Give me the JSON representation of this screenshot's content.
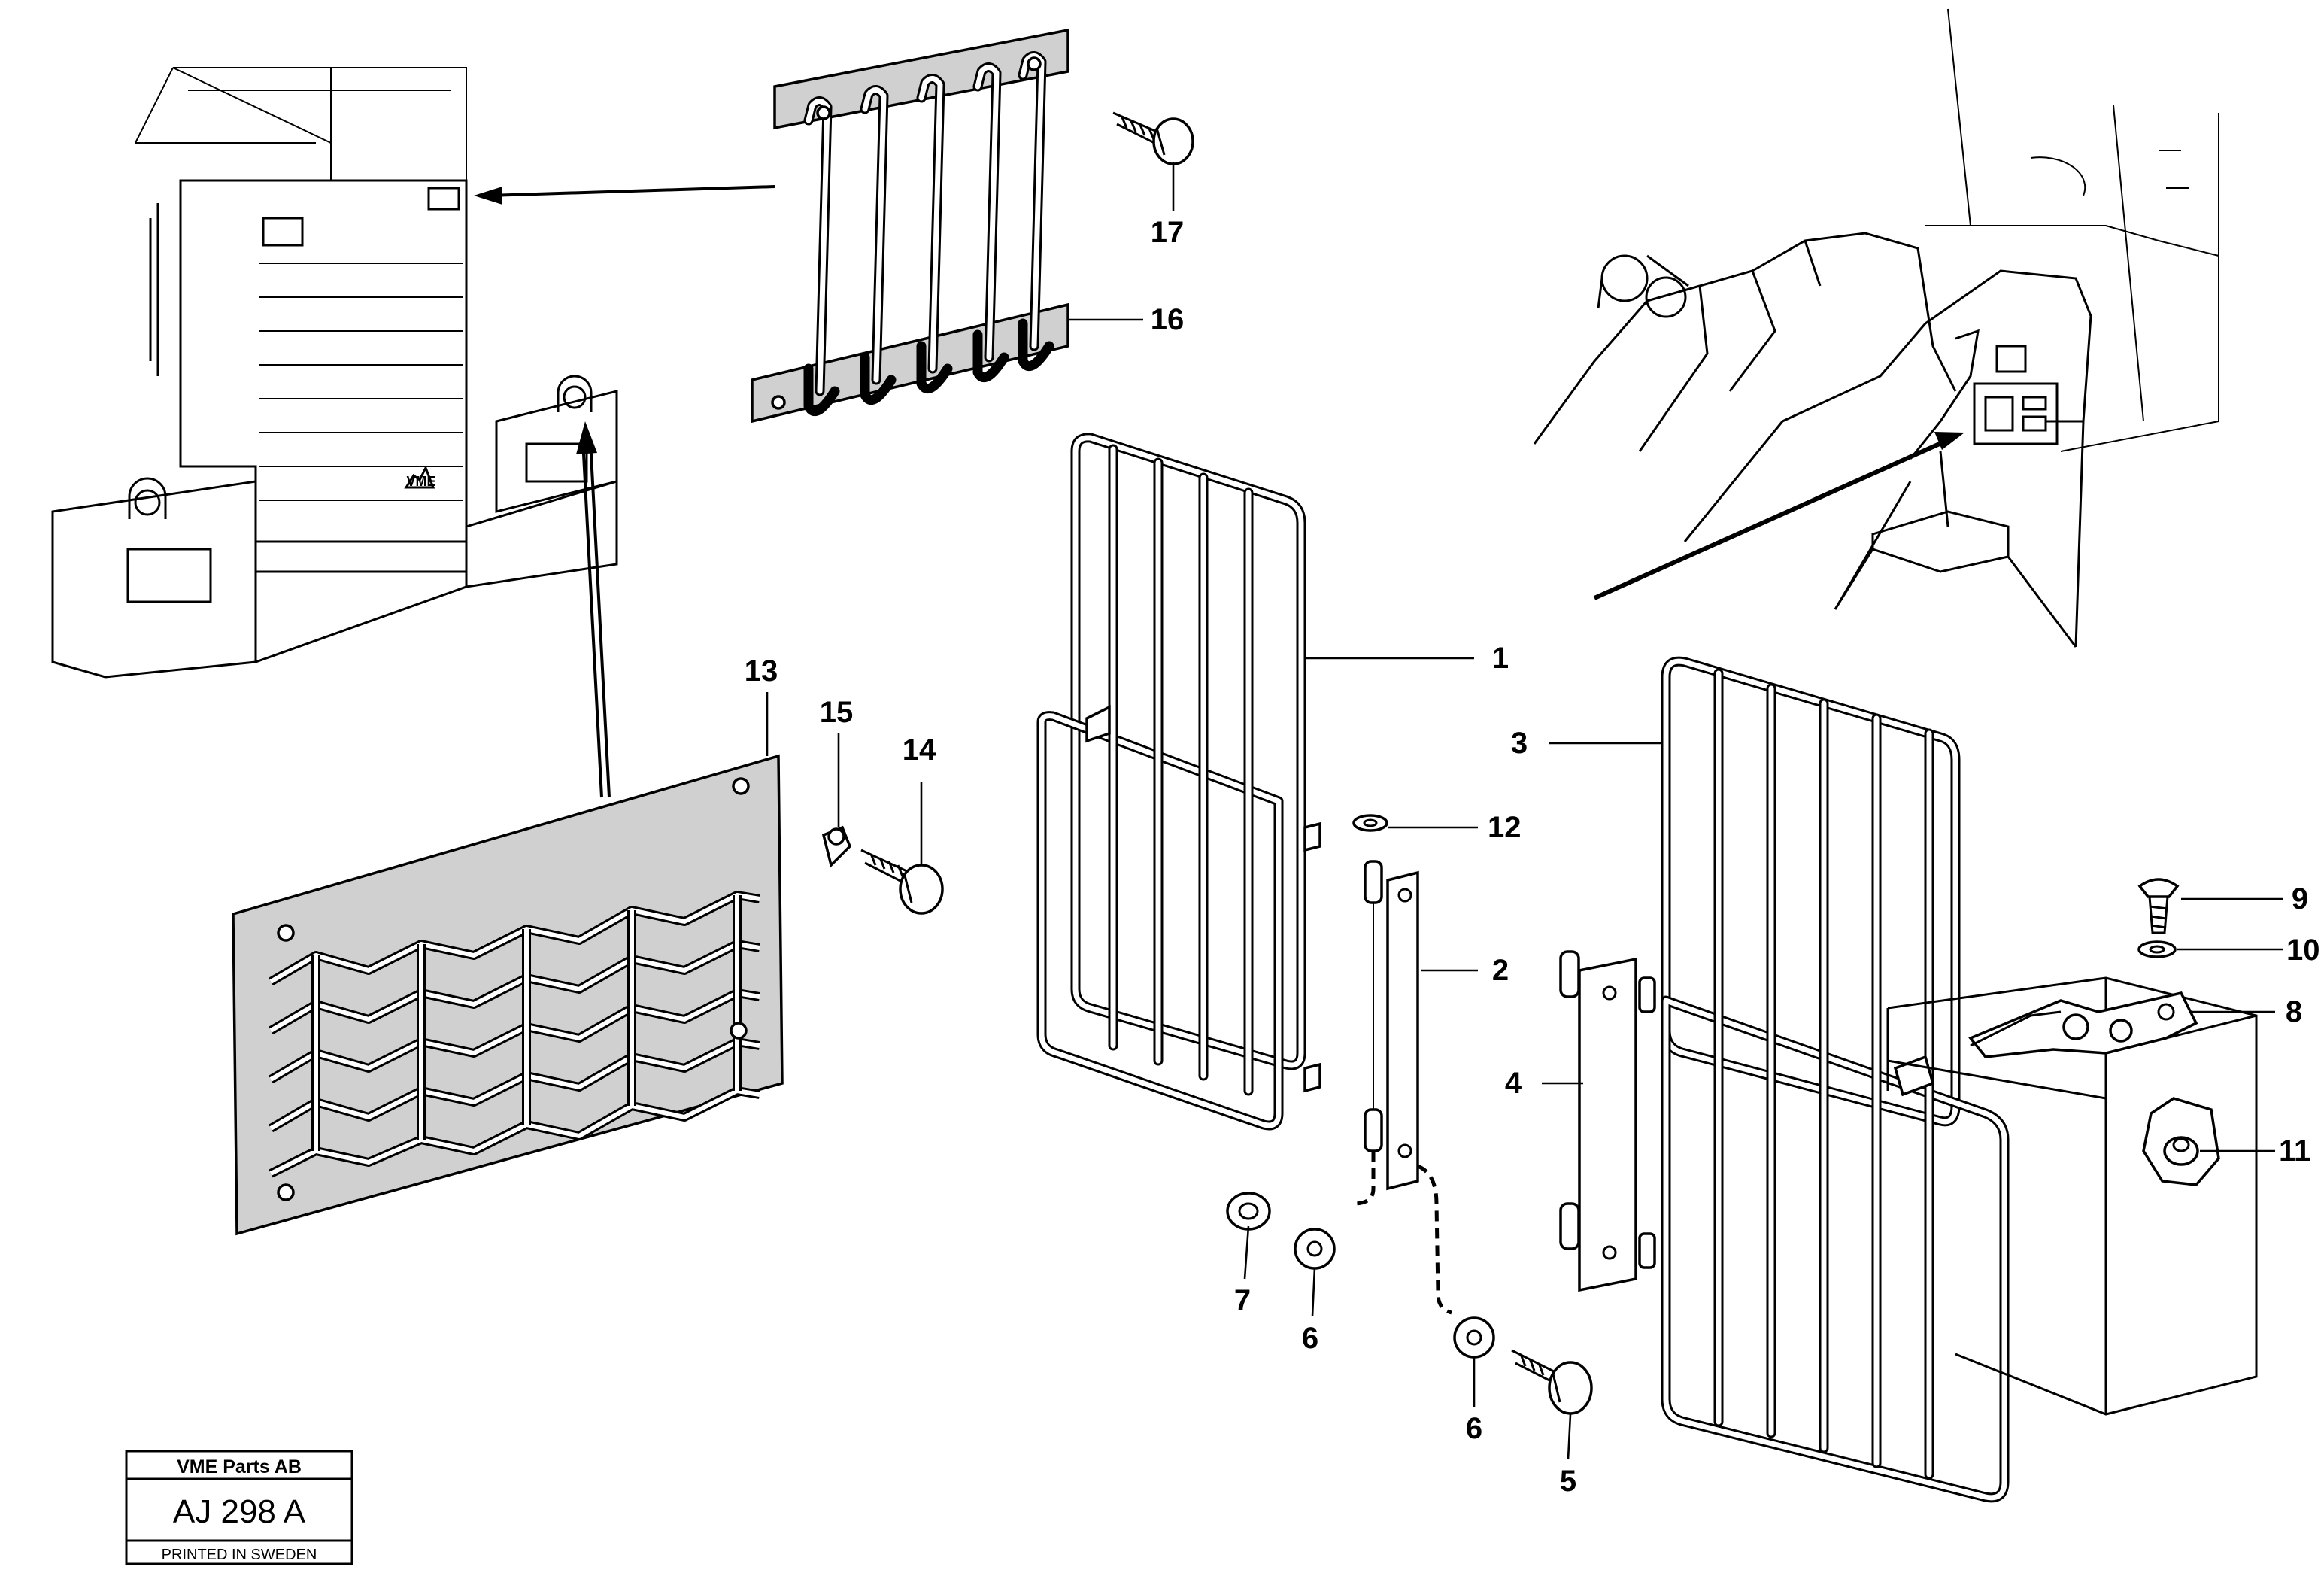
{
  "callouts": [
    {
      "id": "1",
      "text": "1"
    },
    {
      "id": "2",
      "text": "2"
    },
    {
      "id": "3",
      "text": "3"
    },
    {
      "id": "4",
      "text": "4"
    },
    {
      "id": "5",
      "text": "5"
    },
    {
      "id": "6a",
      "text": "6"
    },
    {
      "id": "6b",
      "text": "6"
    },
    {
      "id": "7",
      "text": "7"
    },
    {
      "id": "8",
      "text": "8"
    },
    {
      "id": "9",
      "text": "9"
    },
    {
      "id": "10",
      "text": "10"
    },
    {
      "id": "11",
      "text": "11"
    },
    {
      "id": "12",
      "text": "12"
    },
    {
      "id": "13",
      "text": "13"
    },
    {
      "id": "14",
      "text": "14"
    },
    {
      "id": "15",
      "text": "15"
    },
    {
      "id": "16",
      "text": "16"
    },
    {
      "id": "17",
      "text": "17"
    }
  ],
  "title_block": {
    "company": "VME Parts AB",
    "drawing_number": "AJ 298  A",
    "printed": "PRINTED IN SWEDEN"
  },
  "logo_text": "VME"
}
